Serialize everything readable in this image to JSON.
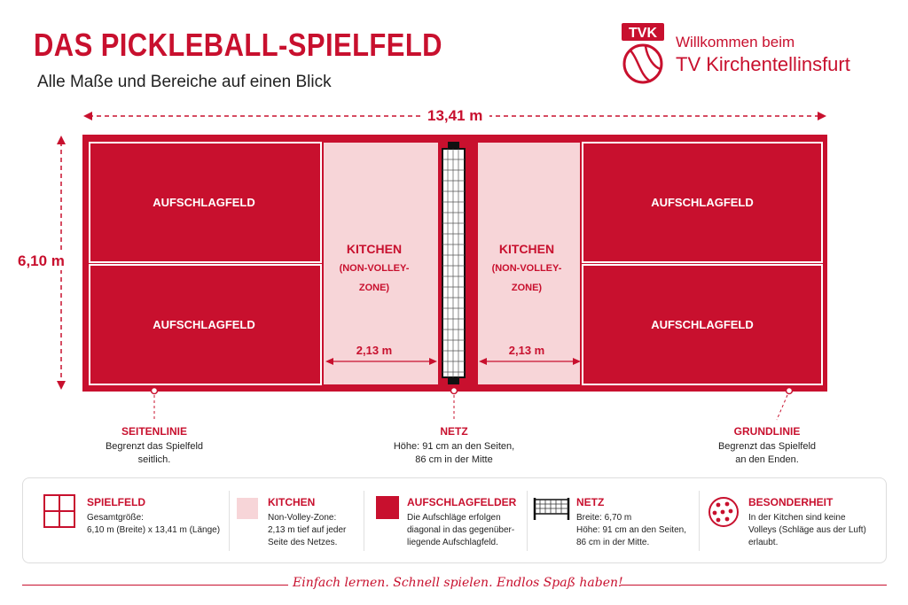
{
  "header": {
    "title": "DAS PICKLEBALL-SPIELFELD",
    "subtitle": "Alle Maße und Bereiche auf einen Blick"
  },
  "logo": {
    "text": "TVK",
    "welcome": "Willkommen beim",
    "club": "TV Kirchentellinsfurt",
    "icon": "tennis-ball-icon"
  },
  "dimensions": {
    "length": "13,41 m",
    "width": "6,10 m",
    "kitchen_depth": "2,13 m"
  },
  "court": {
    "service_area_label": "AUFSCHLAGFELD",
    "kitchen_label_1": "KITCHEN",
    "kitchen_label_2": "(NON-VOLLEY-",
    "kitchen_label_3": "ZONE)"
  },
  "callouts": {
    "sideline": {
      "title": "SEITENLINIE",
      "line1": "Begrenzt das Spielfeld",
      "line2": "seitlich."
    },
    "net": {
      "title": "NETZ",
      "line1": "Höhe: 91 cm an den Seiten,",
      "line2": "86 cm in der Mitte"
    },
    "baseline": {
      "title": "GRUNDLINIE",
      "line1": "Begrenzt das Spielfeld",
      "line2": "an den Enden."
    }
  },
  "legend": {
    "items": [
      {
        "title": "SPIELFELD",
        "icon": "court-grid-icon",
        "lines": [
          "Gesamtgröße:",
          "6,10 m (Breite) x 13,41 m (Länge)"
        ]
      },
      {
        "title": "KITCHEN",
        "icon": "kitchen-swatch-icon",
        "lines": [
          "Non-Volley-Zone:",
          "2,13 m tief auf jeder",
          "Seite des Netzes."
        ]
      },
      {
        "title": "AUFSCHLAGFELDER",
        "icon": "service-swatch-icon",
        "lines": [
          "Die Aufschläge erfolgen",
          "diagonal in das gegenüber-",
          "liegende Aufschlagfeld."
        ]
      },
      {
        "title": "NETZ",
        "icon": "net-icon",
        "lines": [
          "Breite: 6,70 m",
          "Höhe: 91 cm an den Seiten,",
          "86 cm in der Mitte."
        ]
      },
      {
        "title": "BESONDERHEIT",
        "icon": "pickleball-icon",
        "lines": [
          "In der Kitchen sind keine",
          "Volleys (Schläge aus der Luft)",
          "erlaubt."
        ]
      }
    ]
  },
  "footer": {
    "slogan": "Einfach lernen. Schnell spielen. Endlos Spaß haben!"
  },
  "colors": {
    "brand_red": "#c8102e",
    "kitchen_pink": "#f7d5d8"
  }
}
